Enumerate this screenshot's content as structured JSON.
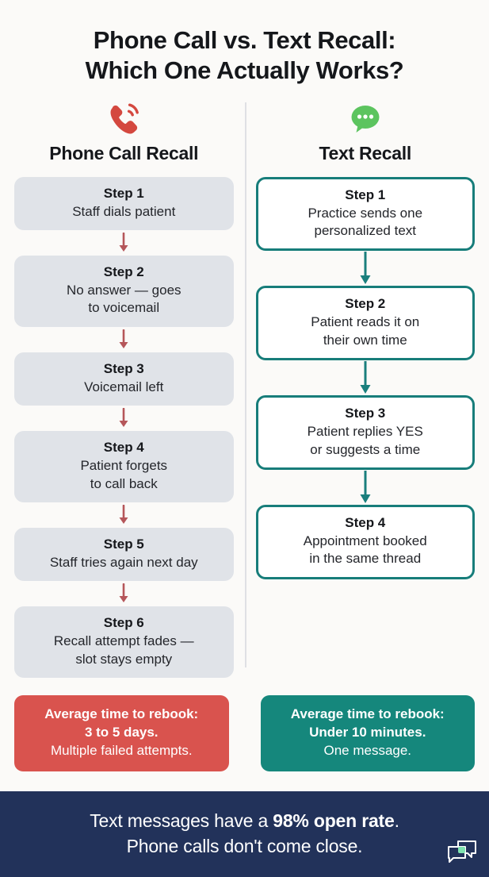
{
  "title": {
    "line1": "Phone Call vs. Text Recall:",
    "line2": "Which One Actually Works?"
  },
  "columns": {
    "left": {
      "icon": "phone-ringing-icon",
      "icon_color": "#d4483f",
      "heading": "Phone Call Recall",
      "box_fill": "#e0e3e8",
      "arrow_color": "#b5565a",
      "steps": [
        {
          "title": "Step 1",
          "desc": "Staff dials patient"
        },
        {
          "title": "Step 2",
          "desc": "No answer — goes\nto voicemail"
        },
        {
          "title": "Step 3",
          "desc": "Voicemail left"
        },
        {
          "title": "Step 4",
          "desc": "Patient forgets\nto call back"
        },
        {
          "title": "Step 5",
          "desc": "Staff tries again next day"
        },
        {
          "title": "Step 6",
          "desc": "Recall attempt fades —\nslot stays empty"
        }
      ]
    },
    "right": {
      "icon": "chat-bubble-dots-icon",
      "icon_color": "#5cc45f",
      "heading": "Text Recall",
      "border_color": "#177d7a",
      "arrow_color": "#1a7f7d",
      "steps": [
        {
          "title": "Step 1",
          "desc": "Practice sends one\npersonalized text"
        },
        {
          "title": "Step 2",
          "desc": "Patient reads it on\ntheir own time"
        },
        {
          "title": "Step 3",
          "desc": "Patient replies YES\nor suggests a time"
        },
        {
          "title": "Step 4",
          "desc": "Appointment booked\nin the same thread"
        }
      ]
    }
  },
  "banners": {
    "left": {
      "color": "#d9534e",
      "bold": "Average time to rebook:\n3 to 5 days.",
      "sub": "Multiple failed attempts."
    },
    "right": {
      "color": "#15877c",
      "bold": "Average time to rebook:\nUnder 10 minutes.",
      "sub": "One message."
    }
  },
  "footer": {
    "background": "#22325a",
    "line1_prefix": "Text messages have a ",
    "line1_bold": "98% open rate",
    "line1_suffix": ".",
    "line2": "Phone calls don't come close.",
    "logo": "double-chat-bubble-logo"
  }
}
